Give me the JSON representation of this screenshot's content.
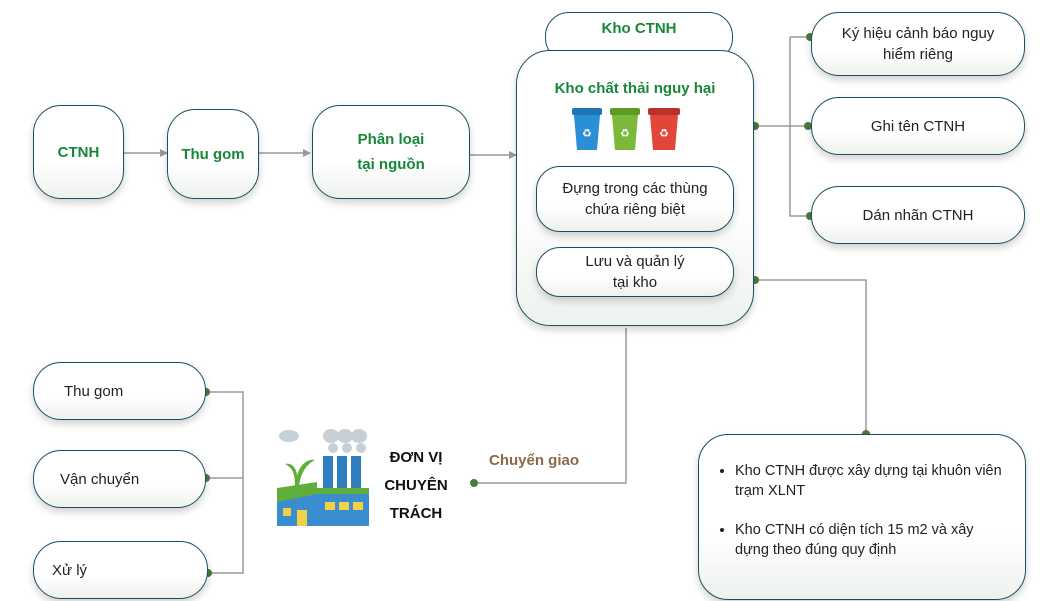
{
  "flow": {
    "ctnh": "CTNH",
    "thu_gom": "Thu gom",
    "phan_loai_line1": "Phân loại",
    "phan_loai_line2": "tại nguồn"
  },
  "storage": {
    "tab_label": "Kho CTNH",
    "panel_title": "Kho chất thải nguy hại",
    "bin_colors": [
      "#2b8fd6",
      "#7cb83a",
      "#e0463a"
    ],
    "container_line1": "Đựng trong các thùng",
    "container_line2": "chứa riêng biệt",
    "manage_line1": "Lưu và quản lý",
    "manage_line2": "tại kho"
  },
  "labels": {
    "warning_line1": "Ký hiệu cảnh báo nguy",
    "warning_line2": "hiểm riêng",
    "name": "Ghi tên CTNH",
    "sticker": "Dán nhãn CTNH"
  },
  "services": {
    "collect": "Thu gom",
    "transport": "Vận chuyển",
    "treat": "Xử lý"
  },
  "unit": {
    "line1": "ĐƠN VỊ",
    "line2": "CHUYÊN",
    "line3": "TRÁCH"
  },
  "transfer_label": "Chuyển giao",
  "info": {
    "bullets": [
      "Kho CTNH được xây dựng tại khuôn viên trạm XLNT",
      "Kho CTNH có diện tích 15 m2 và xây dựng theo đúng quy định"
    ]
  },
  "colors": {
    "accent_green": "#17873a",
    "border": "#1a4f63",
    "connector": "#9a9a9a",
    "transfer_text": "#8a6a4a"
  }
}
